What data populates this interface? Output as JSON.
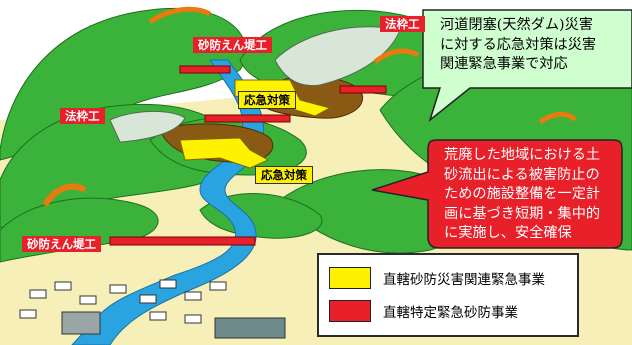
{
  "labels": {
    "hourei_top": "法枠工",
    "sabo_top": "砂防えん堤工",
    "oukyu_1": "応急対策",
    "hourei_left": "法枠工",
    "oukyu_2": "応急対策",
    "sabo_bottom": "砂防えん堤工"
  },
  "callouts": {
    "upper": [
      "河道閉塞(天然ダム)災害",
      "に対する応急対策は災害",
      "関連緊急事業で対応"
    ],
    "lower": [
      "荒廃した地域における土",
      "砂流出による被害防止の",
      "ための施設整備を一定計",
      "画に基づき短期・集中的",
      "に実施し、安全確保"
    ]
  },
  "legend": {
    "items": [
      {
        "label": "直轄砂防災害関連緊急事業",
        "color": "#fff200"
      },
      {
        "label": "直轄特定緊急砂防事業",
        "color": "#e8202a"
      }
    ]
  },
  "colors": {
    "hill": "#3bb33b",
    "hill_light": "#9be08a",
    "valley": "#f6f0b8",
    "river": "#2aa4e0",
    "red": "#e8202a",
    "yellow": "#fff200",
    "callout_fill": "#cfffcf"
  }
}
